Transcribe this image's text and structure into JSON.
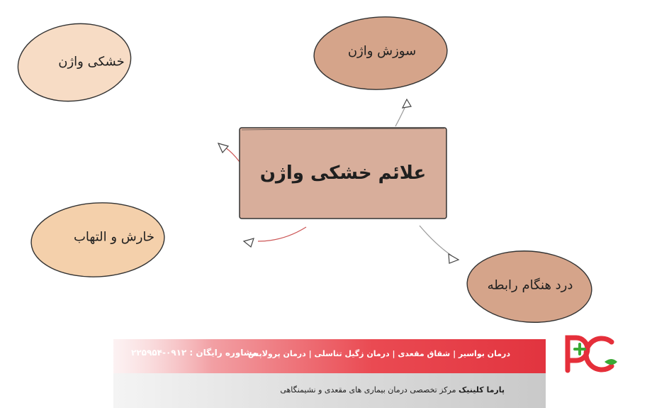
{
  "diagram": {
    "center": "علائم خشکی واژن",
    "nodes": {
      "top_left": "خشکی واژن",
      "top_right": "سوزش واژن",
      "bottom_left": "خارش و التهاب",
      "bottom_right": "درد هنگام رابطه"
    }
  },
  "banner": {
    "services": "درمان بواسیر | شقاق مقعدی | درمان زگیل تناسلی | درمان پرولاپس",
    "consult": "مشاوره رایگان : ۰۹۱۲-۲۲۵۹۵۴"
  },
  "footer": {
    "clinic_name": "پارما کلینیک",
    "clinic_desc": "مرکز تخصصی درمان بیماری های مقعدی و نشیمنگاهی"
  },
  "colors": {
    "center_fill": "#d8ae9b",
    "top_left_fill": "#f7dcc5",
    "bottom_left_fill": "#f4d0ab",
    "right_nodes_fill": "#d5a48a",
    "banner_red": "#e2343f",
    "logo_green": "#3aa935",
    "logo_red": "#e52f3a"
  },
  "icons": {
    "logo": "pc-plus-logo",
    "arrows": "triangle-arrowhead-icon"
  }
}
